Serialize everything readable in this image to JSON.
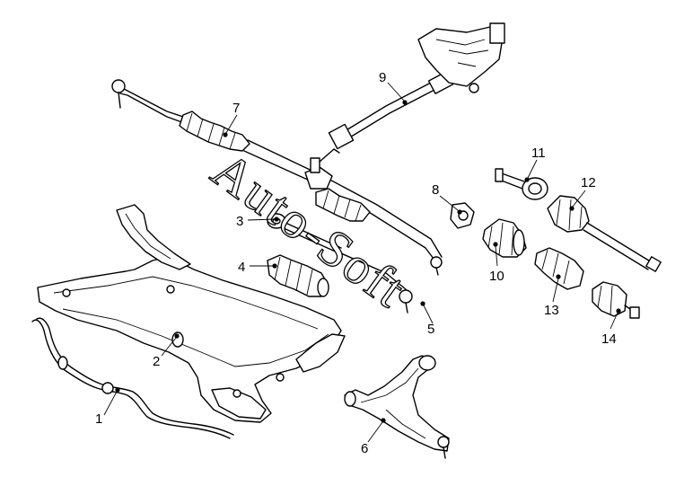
{
  "watermark": "Auto-Soft",
  "callouts": [
    {
      "number": "1",
      "part": "stabilizer-bar"
    },
    {
      "number": "2",
      "part": "front-subframe"
    },
    {
      "number": "3",
      "part": "tie-rod-bushing"
    },
    {
      "number": "4",
      "part": "steering-rack-boot"
    },
    {
      "number": "5",
      "part": "tie-rod-end"
    },
    {
      "number": "6",
      "part": "lower-control-arm"
    },
    {
      "number": "7",
      "part": "steering-rack"
    },
    {
      "number": "8",
      "part": "ball-joint"
    },
    {
      "number": "9",
      "part": "steering-column-shaft"
    },
    {
      "number": "10",
      "part": "inner-cv-boot"
    },
    {
      "number": "11",
      "part": "inner-cv-joint"
    },
    {
      "number": "12",
      "part": "drive-shaft"
    },
    {
      "number": "13",
      "part": "outer-cv-boot"
    },
    {
      "number": "14",
      "part": "outer-cv-joint"
    }
  ]
}
